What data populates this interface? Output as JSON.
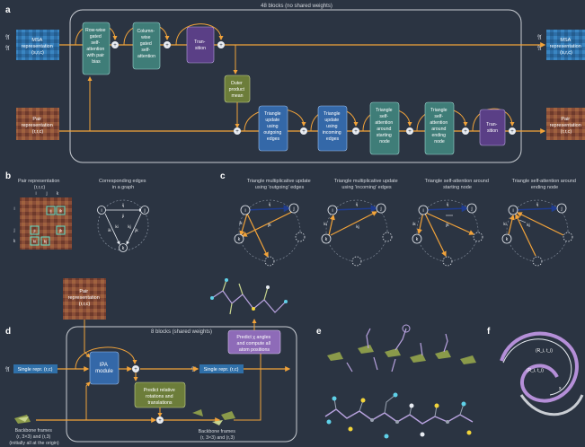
{
  "panels": {
    "a": "a",
    "b": "b",
    "c": "c",
    "d": "d",
    "e": "e",
    "f": "f"
  },
  "a": {
    "loop_label": "48 blocks (no shared weights)",
    "msa_in": [
      "MSA",
      "representation",
      "(s,r,c)"
    ],
    "msa_out": [
      "MSA",
      "representation",
      "(s,r,c)"
    ],
    "pair_in": [
      "Pair",
      "representation",
      "(r,r,c)"
    ],
    "pair_out": [
      "Pair",
      "representation",
      "(r,r,c)"
    ],
    "row_attn": [
      "Row-wise",
      "gated",
      "self-",
      "attention",
      "with pair",
      "bias"
    ],
    "col_attn": [
      "Column-",
      "wise",
      "gated",
      "self-",
      "attention"
    ],
    "transition": [
      "Tran-",
      "sition"
    ],
    "outer_product": [
      "Outer",
      "product",
      "mean"
    ],
    "tri_out": [
      "Triangle",
      "update",
      "using",
      "outgoing",
      "edges"
    ],
    "tri_in": [
      "Triangle",
      "update",
      "using",
      "incoming",
      "edges"
    ],
    "tri_start": [
      "Triangle",
      "self-",
      "attention",
      "around",
      "starting",
      "node"
    ],
    "tri_end": [
      "Triangle",
      "self-",
      "attention",
      "around",
      "ending",
      "node"
    ],
    "pair_transition": [
      "Tran-",
      "sition"
    ],
    "plus": "+"
  },
  "b": {
    "pair_title": [
      "Pair representation",
      "(r,r,c)"
    ],
    "graph_title": [
      "Corresponding edges",
      "in a graph"
    ],
    "cells": [
      "ij",
      "ik",
      "jk",
      "ki",
      "kj",
      "ji"
    ],
    "axis": [
      "i",
      "j",
      "k"
    ],
    "nodes": [
      "i",
      "j",
      "k"
    ],
    "edges": [
      "ij",
      "ji",
      "ik",
      "ki",
      "jk",
      "kj"
    ]
  },
  "c": {
    "titles": [
      [
        "Triangle multiplicative update",
        "using 'outgoing' edges"
      ],
      [
        "Triangle multiplicative update",
        "using 'incoming' edges"
      ],
      [
        "Triangle self-attention around",
        "starting node"
      ],
      [
        "Triangle self-attention around",
        "ending node"
      ]
    ],
    "node_i": "i",
    "node_j": "j",
    "node_k": "k",
    "edge_ij": "ij",
    "edge_ik": "ik",
    "edge_jk": "jk",
    "edge_ki": "ki",
    "edge_kj": "kj"
  },
  "d": {
    "pair_repr": [
      "Pair",
      "representation",
      "(r,r,c)"
    ],
    "loop_label": "8 blocks (shared weights)",
    "single_in": "Single repr. (r,c)",
    "single_out": "Single repr. (r,c)",
    "ipa": [
      "IPA",
      "module"
    ],
    "predict_chi": [
      "Predict χ angles",
      "and compute all",
      "atom positions"
    ],
    "predict_rot": [
      "Predict relative",
      "rotations and",
      "translations"
    ],
    "backbone_in": [
      "Backbone frames",
      "(r, 3×3) and (r,3)",
      "(initially all at the origin)"
    ],
    "backbone_out": [
      "Backbone frames",
      "(r, 3×3) and (r,3)"
    ]
  },
  "f": {
    "label1": "(R_i, t_i)",
    "label2": "(R_i, t_i)",
    "label3": "x"
  },
  "colors": {
    "background": "#2b3442",
    "msa_blue": "#2f6fa8",
    "pair_brown": "#8a4e38",
    "teal_box": "#3f7d78",
    "blue_box": "#3468a8",
    "purple_box": "#5a3f86",
    "olive_box": "#6c7d3a",
    "arrow_orange": "#f2a33a",
    "loop_stroke": "#c9cdd3"
  }
}
